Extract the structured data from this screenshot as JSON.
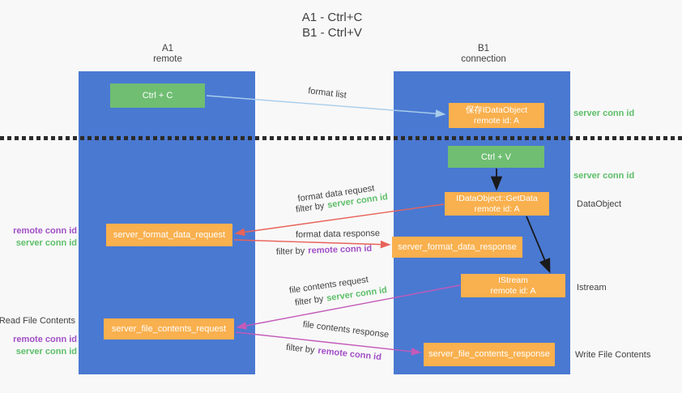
{
  "title": {
    "line1": "A1 - Ctrl+C",
    "line2": "B1 - Ctrl+V"
  },
  "lanes": {
    "left": {
      "name": "A1",
      "role": "remote"
    },
    "right": {
      "name": "B1",
      "role": "connection"
    }
  },
  "nodes": {
    "ctrl_c": "Ctrl + C",
    "ctrl_v": "Ctrl + V",
    "save_dataobject": {
      "line1": "保存IDataObject",
      "line2": "remote id: A"
    },
    "getdata": {
      "line1": "IDataObject::GetData",
      "line2": "remote id: A"
    },
    "istream": {
      "line1": "IStream",
      "line2": "remote id: A"
    },
    "server_format_data_request": "server_format_data_request",
    "server_format_data_response": "server_format_data_response",
    "server_file_contents_request": "server_file_contents_request",
    "server_file_contents_response": "server_file_contents_response"
  },
  "arrow_labels": {
    "format_list": "format list",
    "format_data_request": "format data request",
    "format_data_response": "format data response",
    "file_contents_request": "file contents request",
    "file_contents_response": "file contents response",
    "filter_by": "filter by"
  },
  "side_labels": {
    "server_conn_id": "server conn id",
    "remote_conn_id": "remote conn id",
    "dataobject": "DataObject",
    "istream": "Istream",
    "read_file_contents": "Read File Contents",
    "write_file_contents": "Write File Contents"
  },
  "colors": {
    "lane_blue": "#4A79D2",
    "box_green": "#6FBE72",
    "box_orange": "#F9B04E",
    "arrow_lightblue": "#A8CDEB",
    "arrow_red": "#E8635A",
    "arrow_magenta": "#C35AB8",
    "arrow_black": "#1A1A1A",
    "text_purple": "#A14FC6",
    "text_green": "#5CBE68",
    "text_dark": "#3F3F3F",
    "background": "#F8F8F8"
  }
}
